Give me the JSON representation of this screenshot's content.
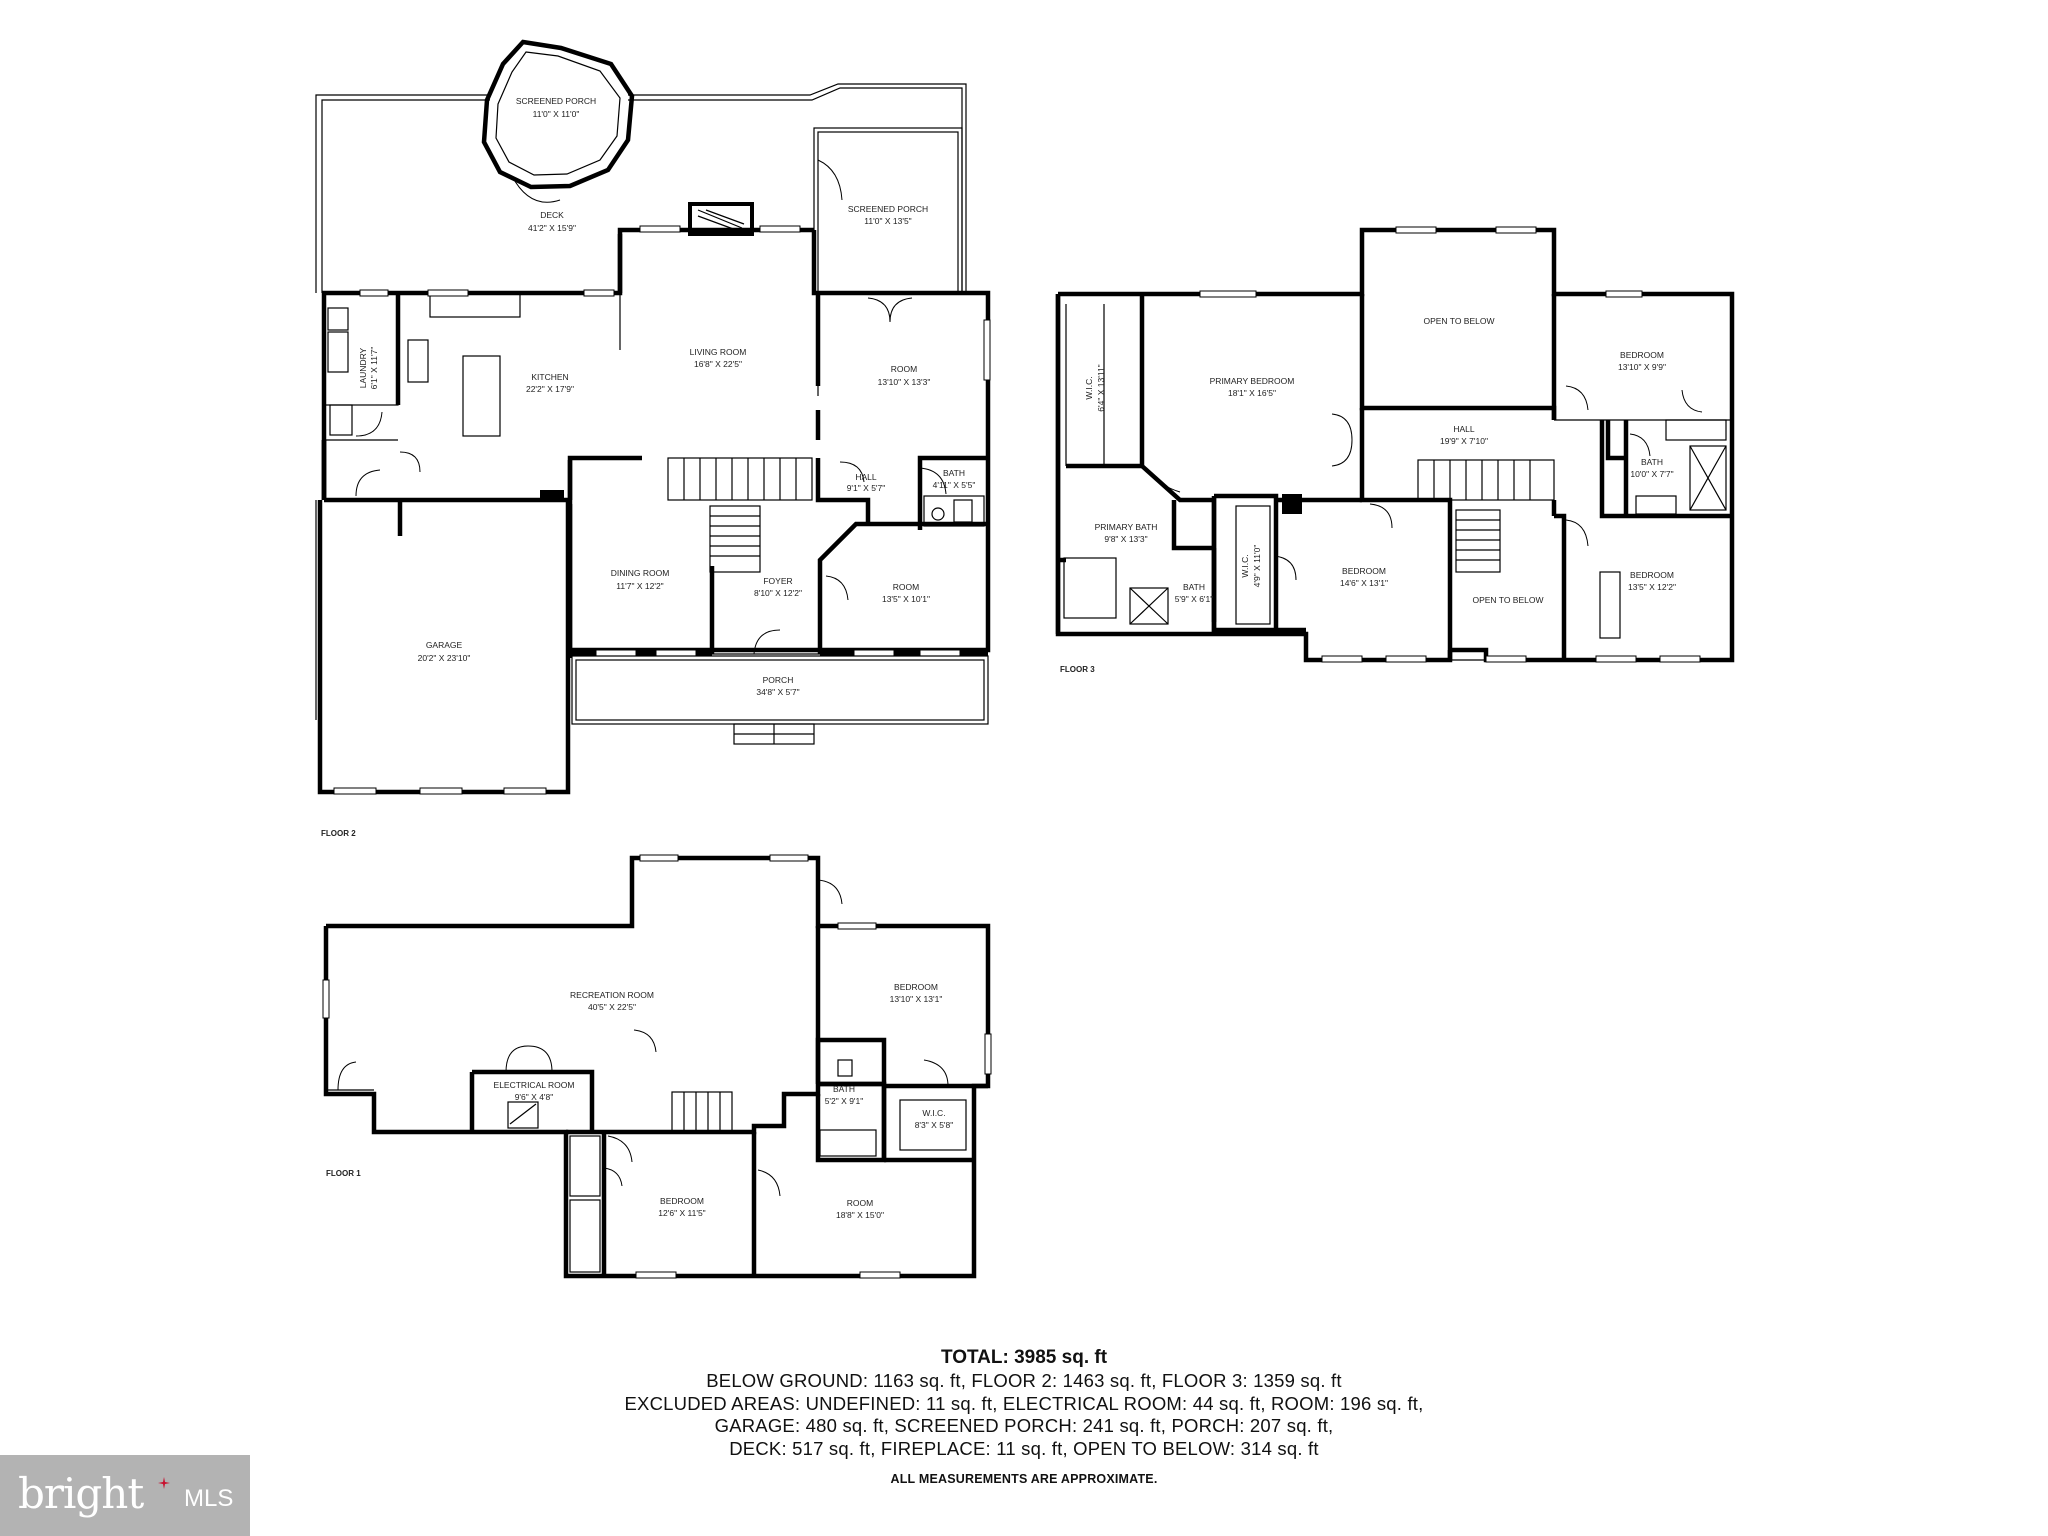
{
  "floors": {
    "floor2": {
      "label": "FLOOR 2",
      "rooms": {
        "screened_porch_1": {
          "name": "SCREENED PORCH",
          "dims": "11'0\" X 11'0\""
        },
        "deck": {
          "name": "DECK",
          "dims": "41'2\" X 15'9\""
        },
        "screened_porch_2": {
          "name": "SCREENED PORCH",
          "dims": "11'0\" X 13'5\""
        },
        "living_room": {
          "name": "LIVING ROOM",
          "dims": "16'8\" X 22'5\""
        },
        "room": {
          "name": "ROOM",
          "dims": "13'10\" X 13'3\""
        },
        "laundry": {
          "name": "LAUNDRY",
          "dims": "6'1\" X 11'7\""
        },
        "kitchen": {
          "name": "KITCHEN",
          "dims": "22'2\" X 17'9\""
        },
        "hall": {
          "name": "HALL",
          "dims": "9'1\" X 5'7\""
        },
        "bath": {
          "name": "BATH",
          "dims": "4'11\" X 5'5\""
        },
        "dining_room": {
          "name": "DINING ROOM",
          "dims": "11'7\" X 12'2\""
        },
        "foyer": {
          "name": "FOYER",
          "dims": "8'10\" X 12'2\""
        },
        "room2": {
          "name": "ROOM",
          "dims": "13'5\" X 10'1\""
        },
        "garage": {
          "name": "GARAGE",
          "dims": "20'2\" X 23'10\""
        },
        "porch": {
          "name": "PORCH",
          "dims": "34'8\" X 5'7\""
        }
      }
    },
    "floor3": {
      "label": "FLOOR 3",
      "rooms": {
        "open_to_below_1": {
          "name": "OPEN TO BELOW",
          "dims": ""
        },
        "primary_bedroom": {
          "name": "PRIMARY BEDROOM",
          "dims": "18'1\" X 16'5\""
        },
        "wic1": {
          "name": "W.I.C.",
          "dims": "6'4\" X 13'11\""
        },
        "bedroom_a": {
          "name": "BEDROOM",
          "dims": "13'10\" X 9'9\""
        },
        "hall": {
          "name": "HALL",
          "dims": "19'9\" X 7'10\""
        },
        "bath_a": {
          "name": "BATH",
          "dims": "10'0\" X 7'7\""
        },
        "primary_bath": {
          "name": "PRIMARY BATH",
          "dims": "9'8\" X 13'3\""
        },
        "bath_b": {
          "name": "BATH",
          "dims": "5'9\" X 6'1\""
        },
        "wic2": {
          "name": "W.I.C.",
          "dims": "4'9\" X 11'0\""
        },
        "bedroom_b": {
          "name": "BEDROOM",
          "dims": "14'6\" X 13'1\""
        },
        "open_to_below_2": {
          "name": "OPEN TO BELOW",
          "dims": ""
        },
        "bedroom_c": {
          "name": "BEDROOM",
          "dims": "13'5\" X 12'2\""
        }
      }
    },
    "floor1": {
      "label": "FLOOR 1",
      "rooms": {
        "recreation_room": {
          "name": "RECREATION ROOM",
          "dims": "40'5\" X 22'5\""
        },
        "bedroom": {
          "name": "BEDROOM",
          "dims": "13'10\" X 13'1\""
        },
        "electrical_room": {
          "name": "ELECTRICAL ROOM",
          "dims": "9'6\" X 4'8\""
        },
        "bath": {
          "name": "BATH",
          "dims": "5'2\" X 9'1\""
        },
        "wic": {
          "name": "W.I.C.",
          "dims": "8'3\" X 5'8\""
        },
        "bedroom2": {
          "name": "BEDROOM",
          "dims": "12'6\" X 11'5\""
        },
        "room": {
          "name": "ROOM",
          "dims": "18'8\" X 15'0\""
        }
      }
    }
  },
  "summary": {
    "total": "TOTAL: 3985 sq. ft",
    "line1": "BELOW GROUND: 1163 sq. ft, FLOOR 2: 1463 sq. ft, FLOOR 3: 1359 sq. ft",
    "line2": "EXCLUDED AREAS: UNDEFINED: 11 sq. ft, ELECTRICAL ROOM: 44 sq. ft, ROOM: 196 sq. ft,",
    "line3": "GARAGE: 480 sq. ft, SCREENED PORCH: 241 sq. ft, PORCH: 207 sq. ft,",
    "line4": "DECK: 517 sq. ft, FIREPLACE: 11 sq. ft, OPEN TO BELOW: 314 sq. ft",
    "note": "ALL MEASUREMENTS ARE APPROXIMATE."
  },
  "logo": {
    "brand": "bright",
    "suffix": "MLS"
  }
}
